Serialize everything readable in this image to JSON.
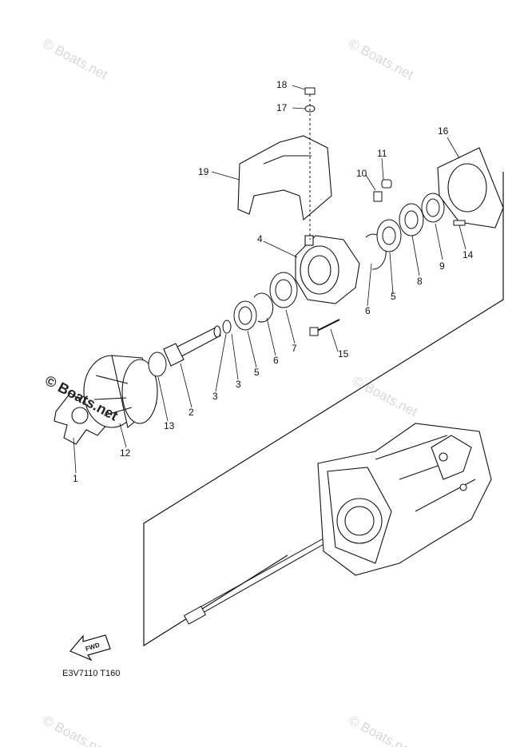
{
  "watermark": "© Boats.net",
  "diagram_code": "E3V7110 T160",
  "fwd_label": "FWD",
  "callouts": [
    "18",
    "17",
    "19",
    "11",
    "10",
    "16",
    "4",
    "14",
    "9",
    "8",
    "5",
    "6",
    "7",
    "15",
    "3",
    "5",
    "6",
    "2",
    "3",
    "13",
    "12",
    "1"
  ]
}
